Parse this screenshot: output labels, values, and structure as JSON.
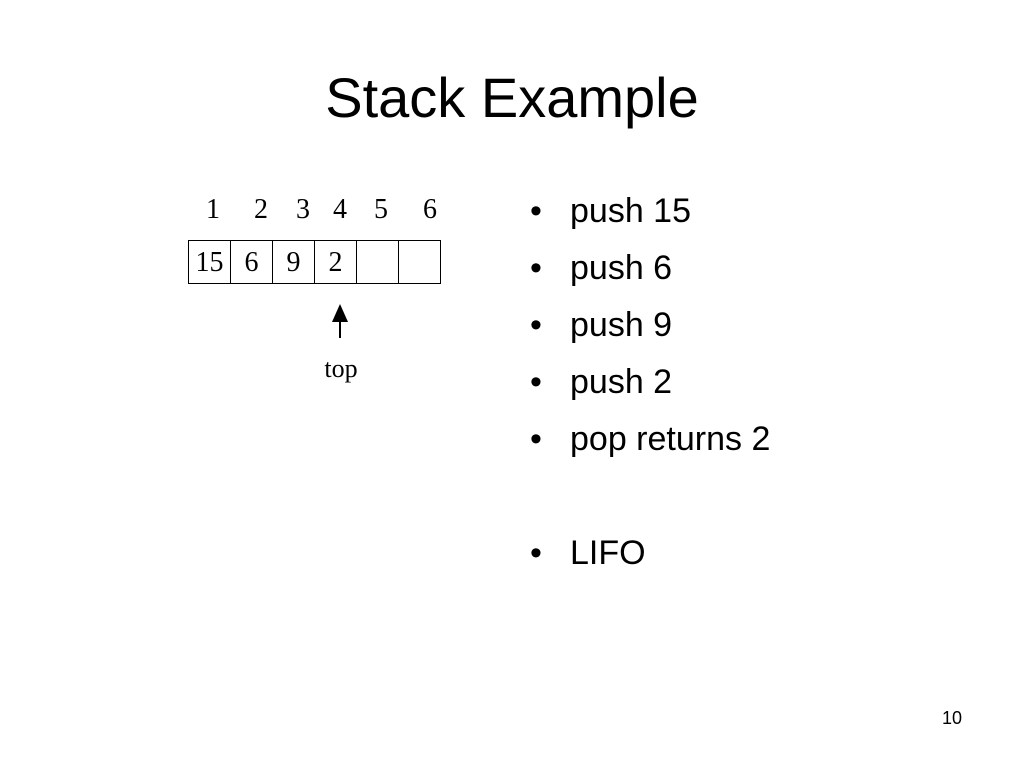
{
  "title": "Stack Example",
  "diagram": {
    "indices": [
      "1",
      "2",
      "3",
      "4",
      "5",
      "6"
    ],
    "cells": [
      "15",
      "6",
      "9",
      "2",
      "",
      ""
    ],
    "top_pointer_index": 4,
    "top_label": "top"
  },
  "bullets": [
    {
      "marker": "•",
      "text": "push 15"
    },
    {
      "marker": "•",
      "text": "push 6"
    },
    {
      "marker": "•",
      "text": "push 9"
    },
    {
      "marker": "•",
      "text": "push 2"
    },
    {
      "marker": "•",
      "text": "pop returns 2"
    },
    {
      "marker": "•",
      "text": "LIFO"
    }
  ],
  "page_number": "10"
}
